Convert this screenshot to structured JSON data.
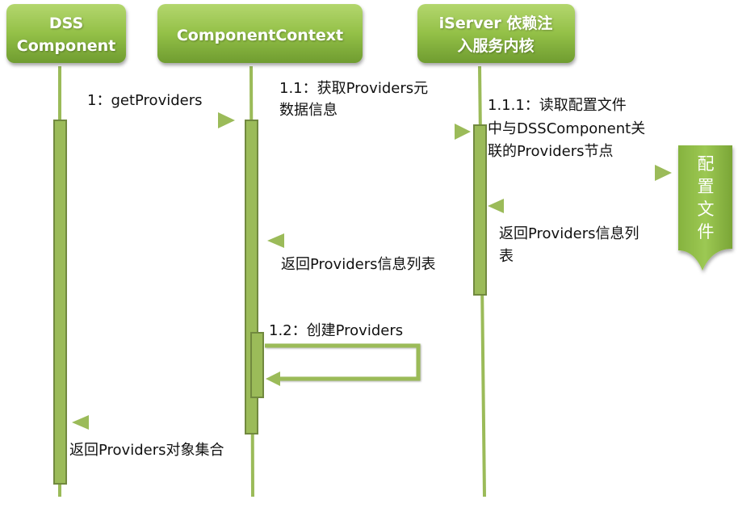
{
  "colors": {
    "header_top": "#a6cf5f",
    "header_bottom": "#7aa53a",
    "lifeline": "#9bbb59",
    "activation_fill": "#9bbb59",
    "activation_border": "#71893f",
    "arrow": "#9bbb59",
    "text": "#111111"
  },
  "participants": [
    {
      "id": "dss",
      "lines": [
        "DSS",
        "Component"
      ]
    },
    {
      "id": "ctx",
      "lines": [
        "ComponentContext"
      ]
    },
    {
      "id": "iserver",
      "lines": [
        "iServer 依赖注",
        "入服务内核"
      ]
    }
  ],
  "config_file": {
    "label_chars": [
      "配",
      "置",
      "文",
      "件"
    ]
  },
  "messages": [
    {
      "id": "m1",
      "from": "dss",
      "to": "ctx",
      "style": "solid",
      "lines": [
        "1：getProviders"
      ]
    },
    {
      "id": "m11",
      "from": "ctx",
      "to": "iserver",
      "style": "solid",
      "lines": [
        "1.1：获取Providers元",
        "数据信息"
      ]
    },
    {
      "id": "m111",
      "from": "iserver",
      "to": "config",
      "style": "solid",
      "lines": [
        "1.1.1：读取配置文件",
        "中与DSSComponent关",
        "联的Providers节点"
      ]
    },
    {
      "id": "r111",
      "from": "config",
      "to": "iserver",
      "style": "dashed",
      "lines": [
        "返回Providers信息列",
        "表"
      ]
    },
    {
      "id": "r11",
      "from": "iserver",
      "to": "ctx",
      "style": "dashed",
      "lines": [
        "返回Providers信息列表"
      ]
    },
    {
      "id": "m12",
      "from": "ctx",
      "to": "ctx",
      "style": "self",
      "lines": [
        "1.2：创建Providers"
      ]
    },
    {
      "id": "r1",
      "from": "ctx",
      "to": "dss",
      "style": "dashed",
      "lines": [
        "返回Providers对象集合"
      ]
    }
  ]
}
